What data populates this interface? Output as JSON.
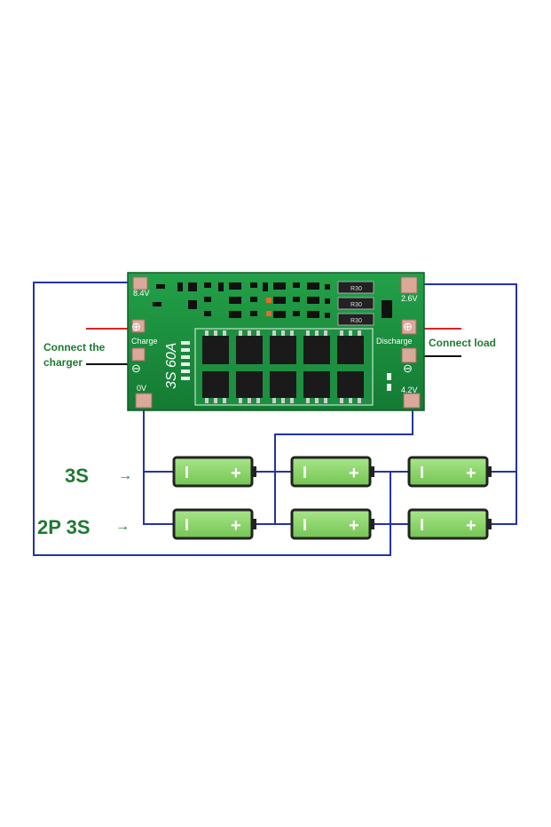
{
  "board": {
    "model_label": "3S 60A",
    "voltage_8_4": "8.4V",
    "voltage_2_6": "2.6V",
    "voltage_4_2": "4.2V",
    "voltage_0": "0V",
    "charge_label": "Charge",
    "discharge_label": "Discharge",
    "plus_symbol": "⊕",
    "minus_symbol": "⊖",
    "resistor_labels": [
      "R30",
      "R30",
      "R30"
    ]
  },
  "annotations": {
    "connect_charger_line1": "Connect the",
    "connect_charger_line2": "charger",
    "connect_load": "Connect load"
  },
  "rows": {
    "row1_label": "3S",
    "row2_label": "2P 3S",
    "arrow": "→"
  },
  "battery": {
    "minus": "I",
    "plus": "+"
  },
  "colors": {
    "pcb_green": "#1a8a3a",
    "wire_blue": "#2233aa",
    "battery_green": "#8cd86a",
    "text_green": "#1e7a32"
  }
}
